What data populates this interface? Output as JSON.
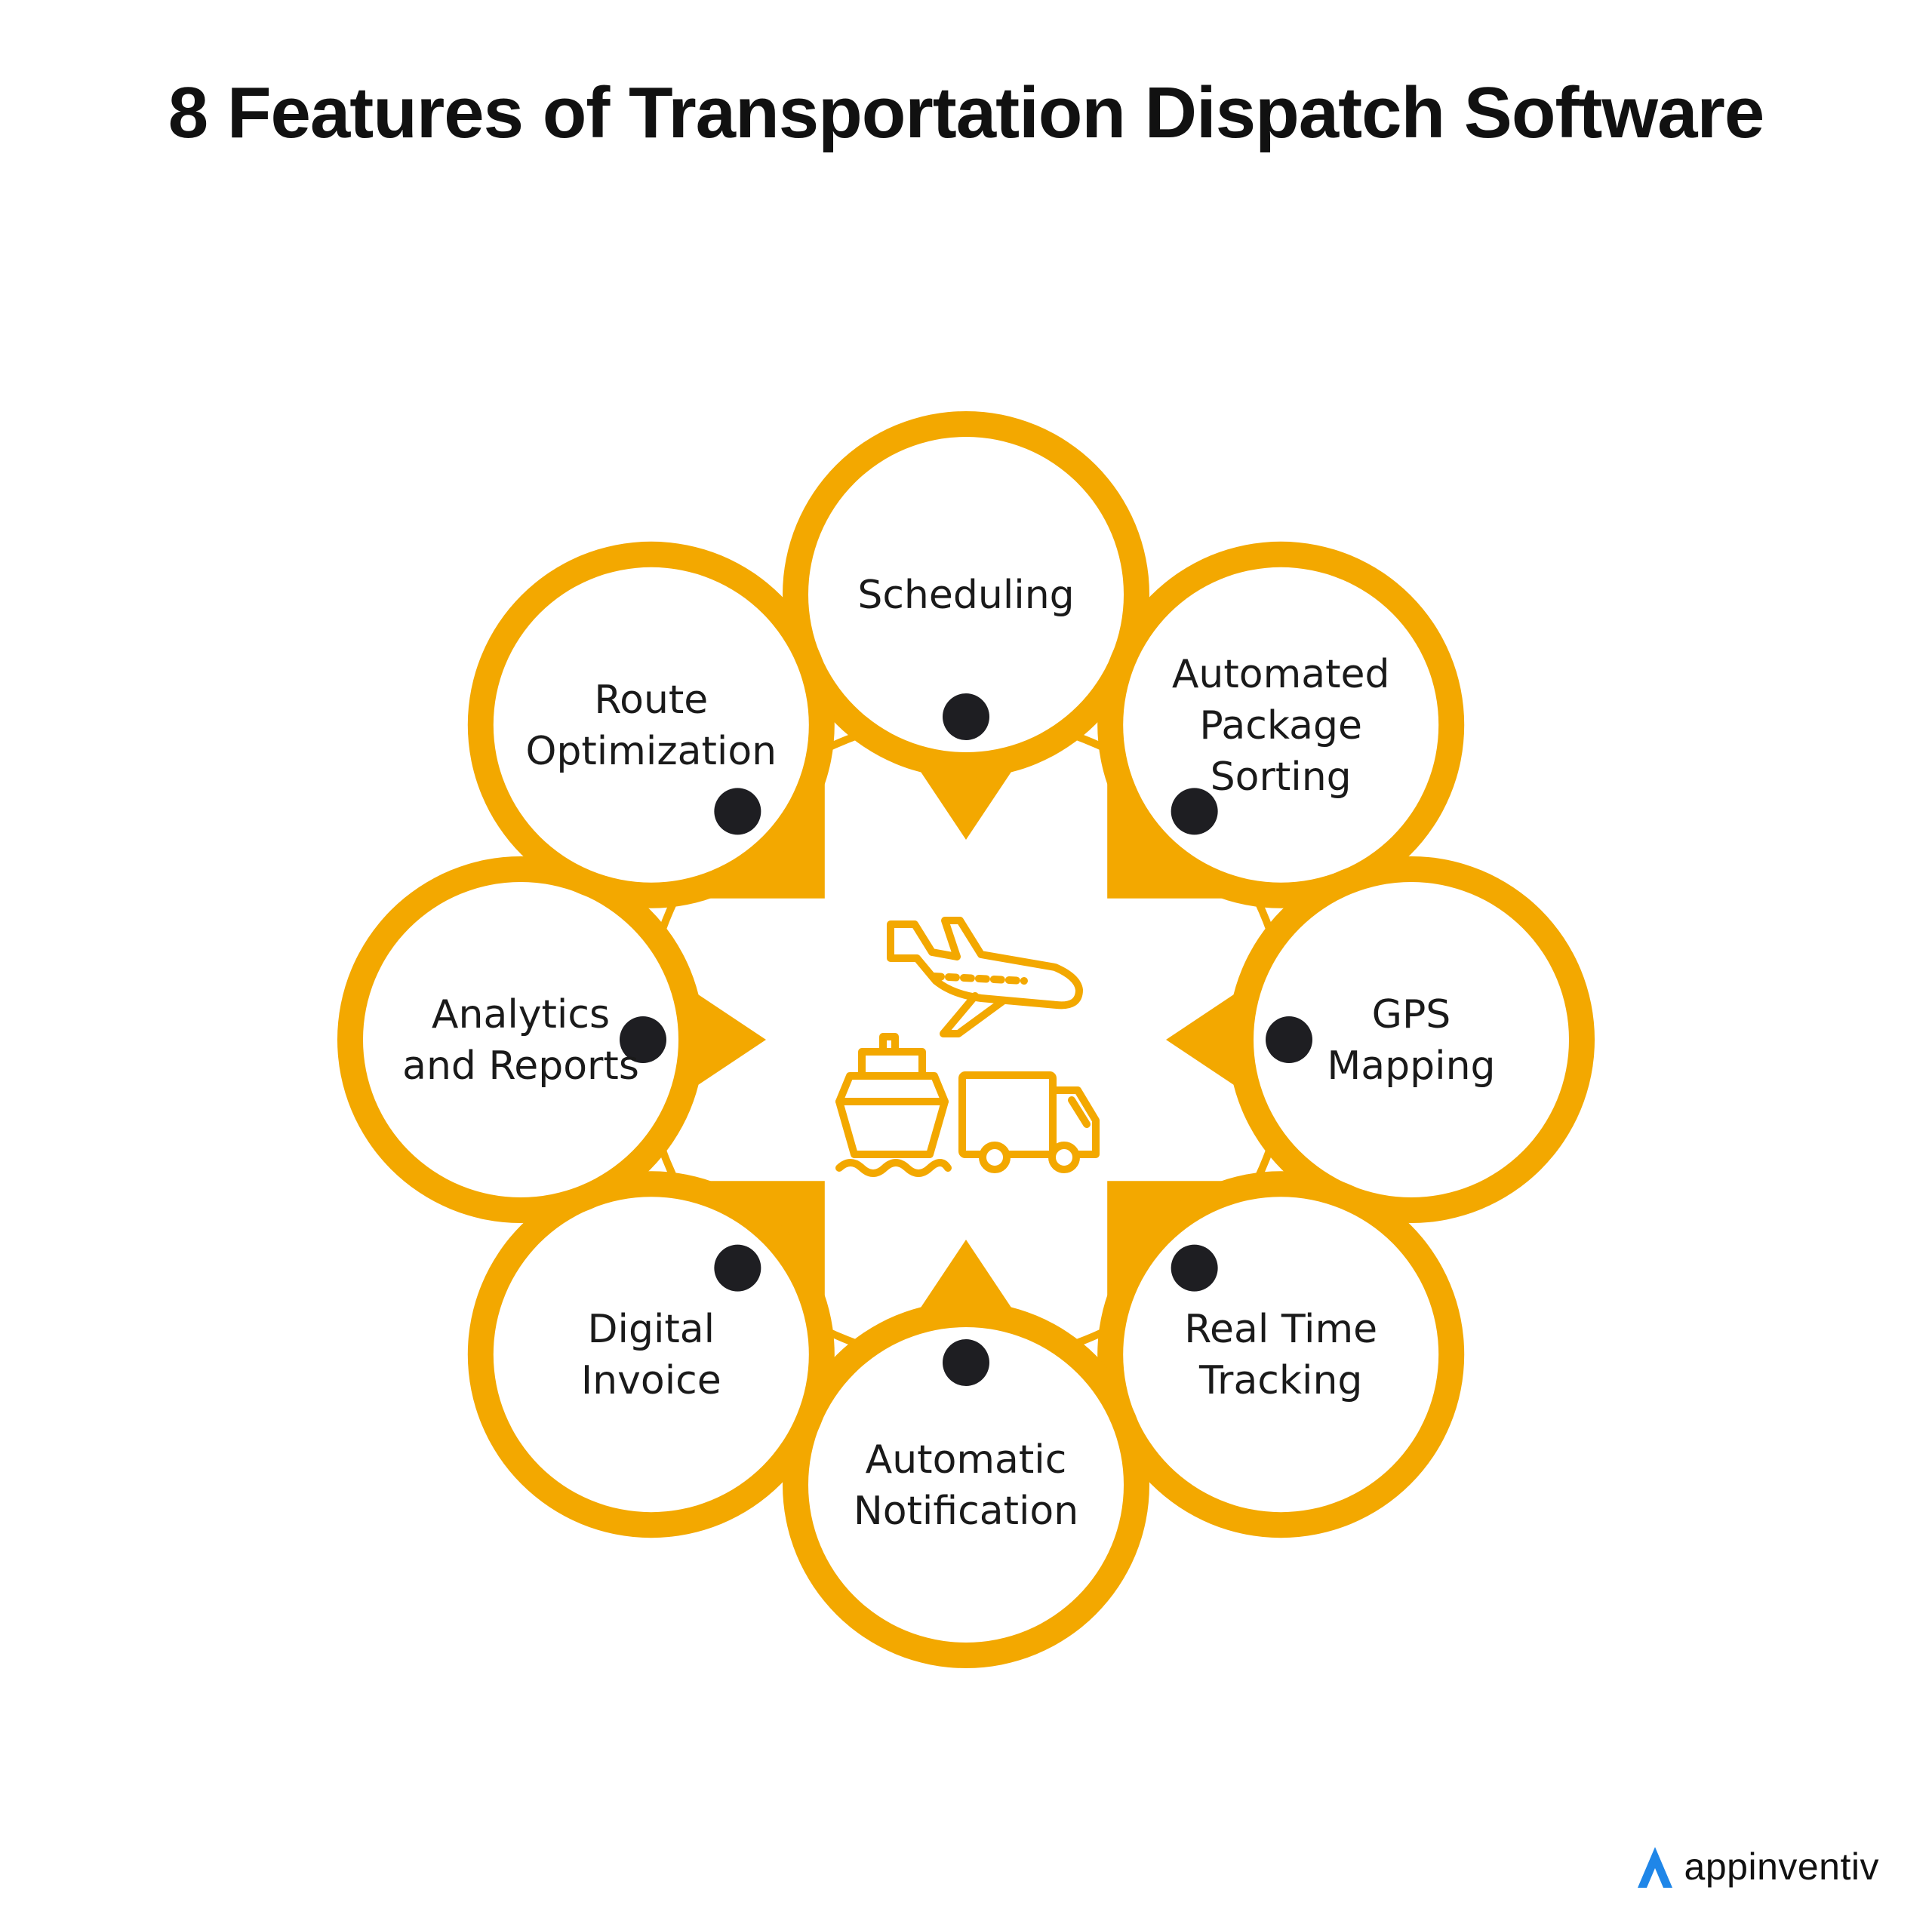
{
  "title": "8 Features of Transportation Dispatch Software",
  "colors": {
    "accent": "#F3A800",
    "dot": "#1e1e22",
    "text": "#1a1a1a",
    "brand_blue": "#1f86e8"
  },
  "features": [
    {
      "lines": [
        "Scheduling"
      ]
    },
    {
      "lines": [
        "Automated",
        "Package",
        "Sorting"
      ]
    },
    {
      "lines": [
        "GPS",
        "Mapping"
      ]
    },
    {
      "lines": [
        "Real Time",
        "Tracking"
      ]
    },
    {
      "lines": [
        "Automatic",
        "Notification"
      ]
    },
    {
      "lines": [
        "Digital",
        "Invoice"
      ]
    },
    {
      "lines": [
        "Analytics",
        "and Reports"
      ]
    },
    {
      "lines": [
        "Route",
        "Optimization"
      ]
    }
  ],
  "center_icons": [
    "airplane-icon",
    "ship-icon",
    "truck-icon"
  ],
  "brand": {
    "name": "appinventiv",
    "icon": "appinventiv-logo-icon"
  }
}
